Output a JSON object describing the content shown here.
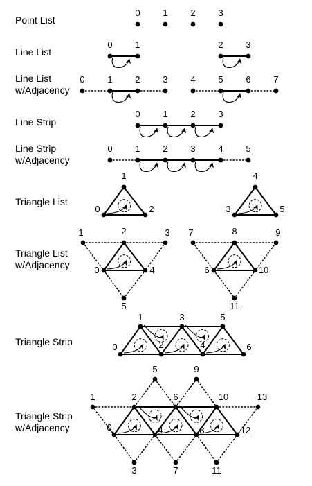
{
  "labels": {
    "point_list": "Point List",
    "line_list": "Line List",
    "line_list_adj": [
      "Line List",
      "w/Adjacency"
    ],
    "line_strip": "Line Strip",
    "line_strip_adj": [
      "Line Strip",
      "w/Adjacency"
    ],
    "triangle_list": "Triangle List",
    "triangle_list_adj": [
      "Triangle List",
      "w/Adjacency"
    ],
    "triangle_strip": "Triangle Strip",
    "triangle_strip_adj": [
      "Triangle Strip",
      "w/Adjacency"
    ]
  },
  "rows": {
    "point_list": [
      "0",
      "1",
      "2",
      "3"
    ],
    "line_list": [
      "0",
      "1",
      "2",
      "3"
    ],
    "line_list_adj": [
      "0",
      "1",
      "2",
      "3",
      "4",
      "5",
      "6",
      "7"
    ],
    "line_strip": [
      "0",
      "1",
      "2",
      "3"
    ],
    "line_strip_adj": [
      "0",
      "1",
      "2",
      "3",
      "4",
      "5"
    ],
    "triangle_list": [
      "0",
      "1",
      "2",
      "3",
      "4",
      "5"
    ],
    "triangle_list_adj": [
      "0",
      "1",
      "2",
      "3",
      "4",
      "5",
      "6",
      "7",
      "8",
      "9",
      "10",
      "11"
    ],
    "triangle_strip": [
      "0",
      "1",
      "2",
      "3",
      "4",
      "5",
      "6"
    ],
    "triangle_strip_adj": [
      "0",
      "1",
      "2",
      "3",
      "4",
      "5",
      "6",
      "7",
      "8",
      "9",
      "10",
      "11",
      "12",
      "13"
    ]
  }
}
